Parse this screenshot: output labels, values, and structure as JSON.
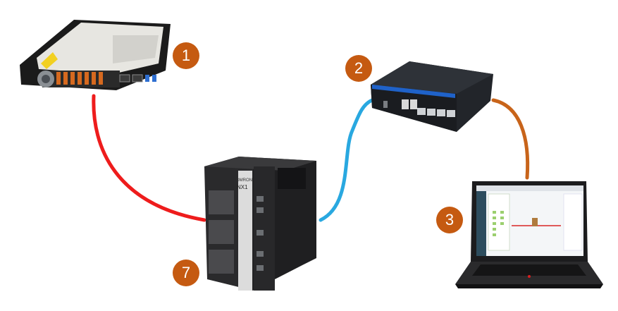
{
  "colors": {
    "badge": "#c55a11",
    "cable_red": "#ee1c1c",
    "cable_blue": "#29a8e0",
    "cable_orange": "#c8641a"
  },
  "devices": [
    {
      "id": "robot-controller",
      "badge": "1"
    },
    {
      "id": "network-switch",
      "badge": "2"
    },
    {
      "id": "laptop",
      "badge": "3"
    },
    {
      "id": "plc-controller",
      "badge": "7",
      "brand": "OMRON",
      "model": "NX1"
    }
  ],
  "connections": [
    {
      "from": "robot-controller",
      "to": "plc-controller",
      "color": "red"
    },
    {
      "from": "plc-controller",
      "to": "network-switch",
      "color": "blue"
    },
    {
      "from": "network-switch",
      "to": "laptop",
      "color": "orange"
    }
  ]
}
